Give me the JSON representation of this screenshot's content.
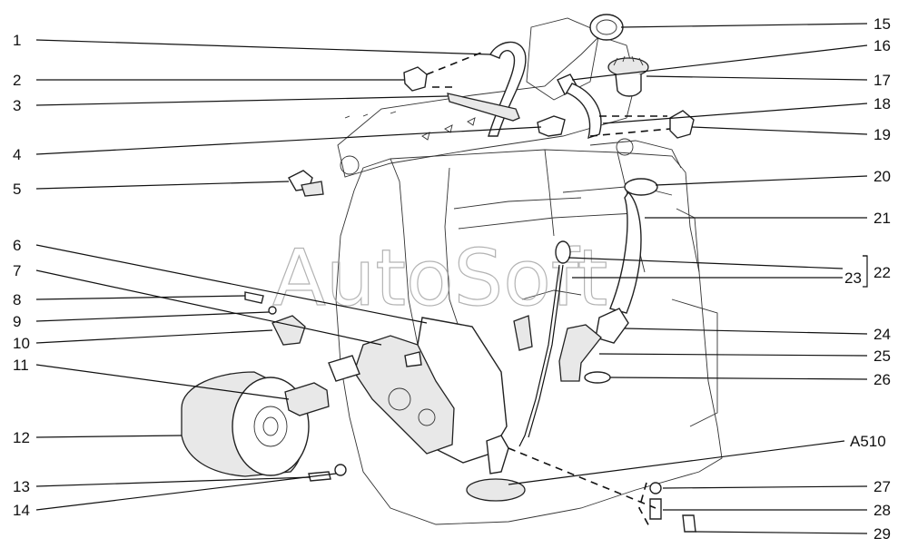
{
  "watermark": "AutoSoft",
  "labels": {
    "l1": "1",
    "l2": "2",
    "l3": "3",
    "l4": "4",
    "l5": "5",
    "l6": "6",
    "l7": "7",
    "l8": "8",
    "l9": "9",
    "l10": "10",
    "l11": "11",
    "l12": "12",
    "l13": "13",
    "l14": "14",
    "l15": "15",
    "l16": "16",
    "l17": "17",
    "l18": "18",
    "l19": "19",
    "l20": "20",
    "l21": "21",
    "l22": "22",
    "l23": "23",
    "l24": "24",
    "l25": "25",
    "l26": "26",
    "a510": "A510",
    "l27": "27",
    "l28": "28",
    "l29": "29"
  }
}
